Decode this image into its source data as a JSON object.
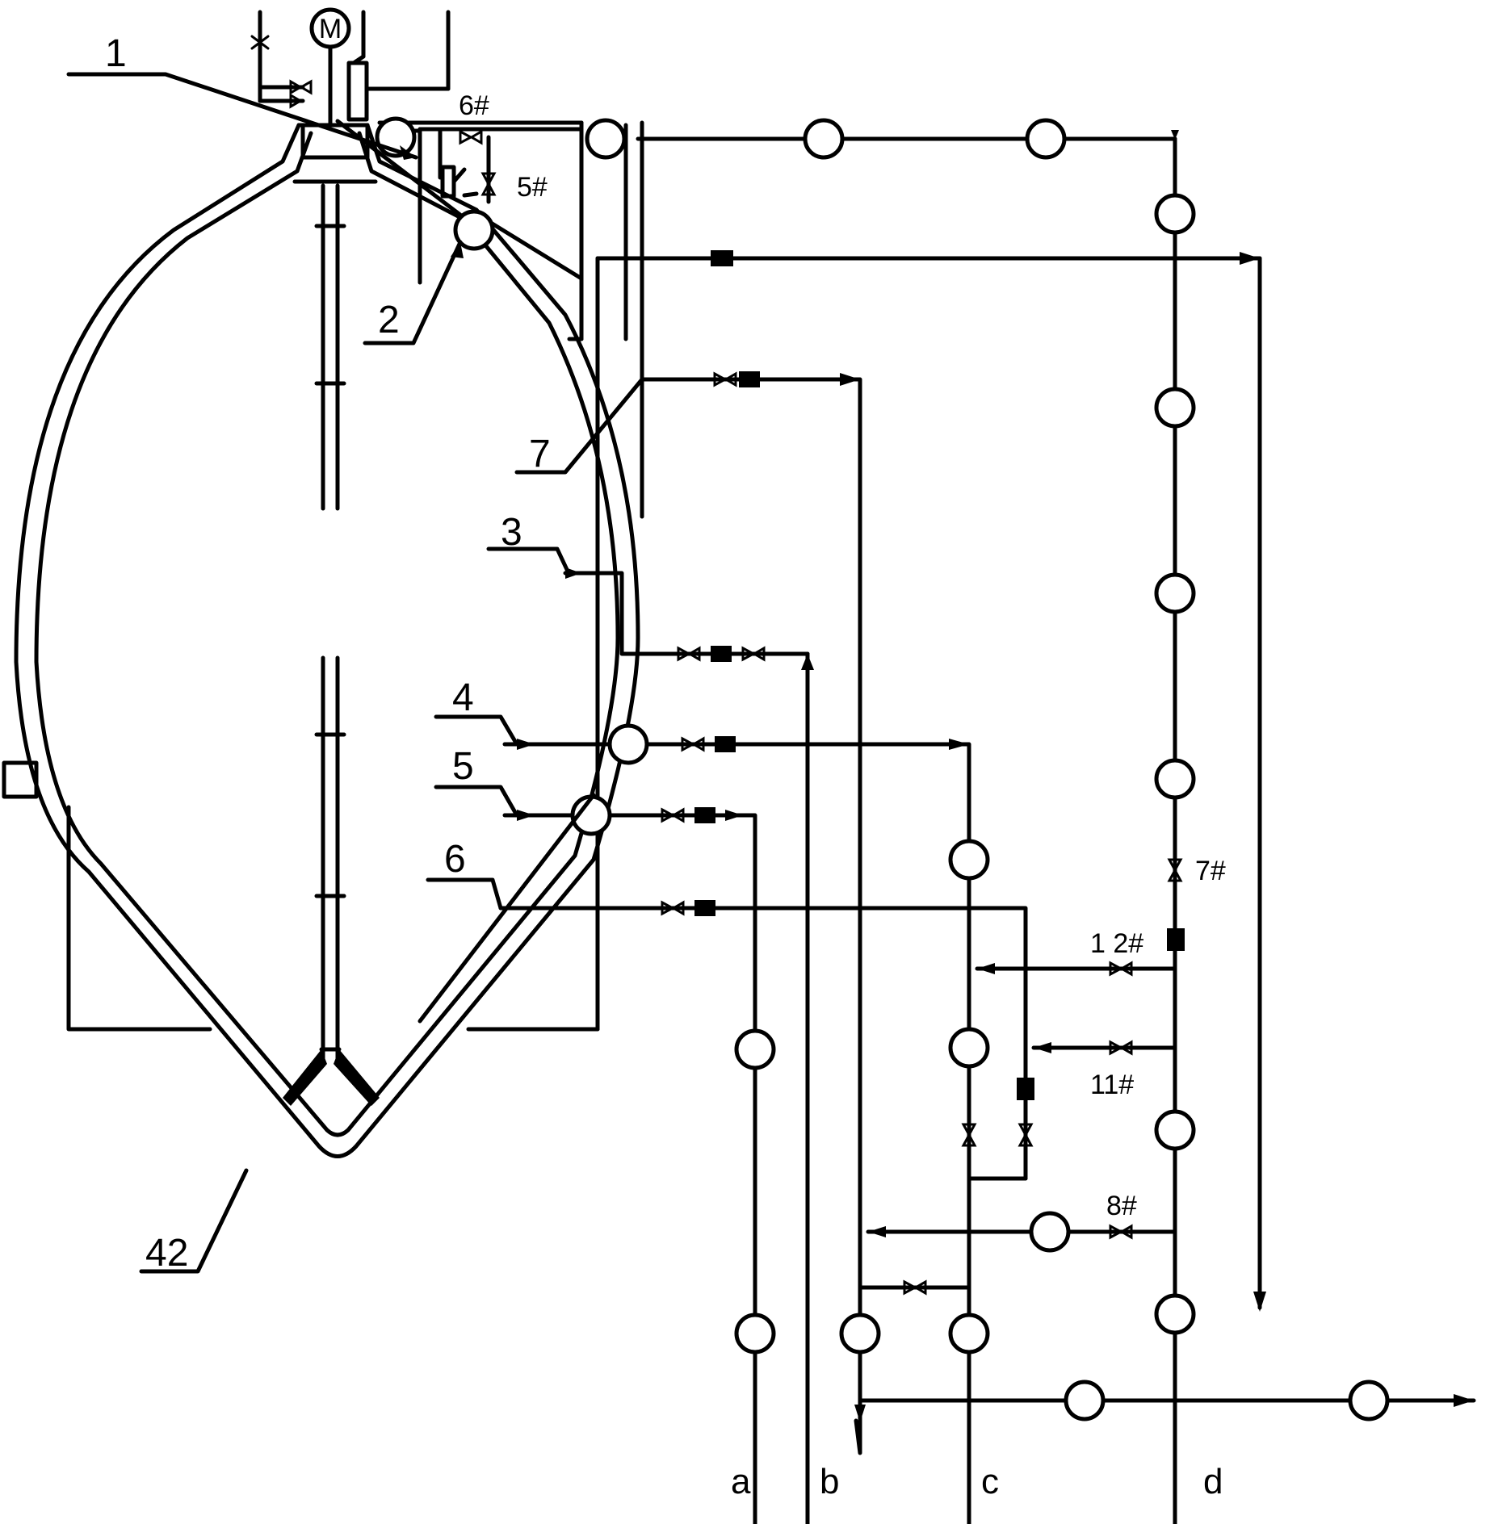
{
  "motor_label": "M",
  "part_labels": {
    "p1": "1",
    "p2": "2",
    "p3": "3",
    "p4": "4",
    "p5": "5",
    "p6": "6",
    "p7": "7",
    "p42": "42"
  },
  "valve_labels": {
    "v5": "5#",
    "v6": "6#",
    "v7": "7#",
    "v8": "8#",
    "v11": "11#",
    "v12": "1 2#"
  },
  "line_labels": {
    "a": "a",
    "b": "b",
    "c": "c",
    "d": "d"
  }
}
